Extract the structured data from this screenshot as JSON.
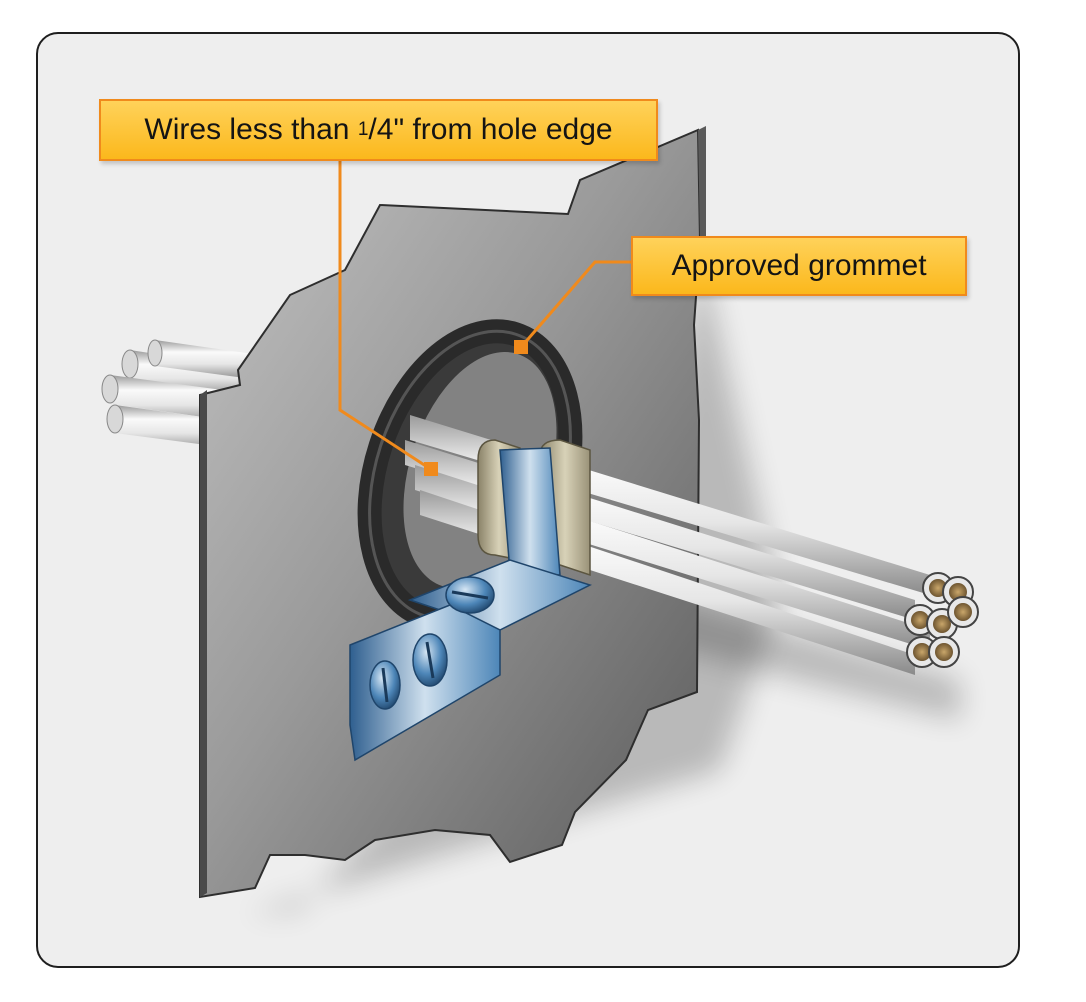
{
  "labels": {
    "wires": {
      "prefix": "Wires less than ",
      "fraction_numerator": "1",
      "fraction_denominator": "/4",
      "suffix": "\" from hole edge"
    },
    "grommet": "Approved grommet"
  },
  "colors": {
    "callout_fill": "#fbb81c",
    "callout_border": "#f08a1c",
    "leader_line": "#f08a1c",
    "frame_background": "#eeeeee",
    "frame_border": "#1e1e1e",
    "bulkhead": "#8c8c8c",
    "grommet": "#2e2e2e",
    "clamp": "#4d86b8",
    "wire": "#e8e8e8"
  },
  "icons": {
    "wire_bundle": "wire-bundle-icon",
    "bulkhead": "bulkhead-panel-icon",
    "grommet": "grommet-ring-icon",
    "clamp": "cushion-clamp-icon",
    "screw": "screw-head-icon"
  }
}
